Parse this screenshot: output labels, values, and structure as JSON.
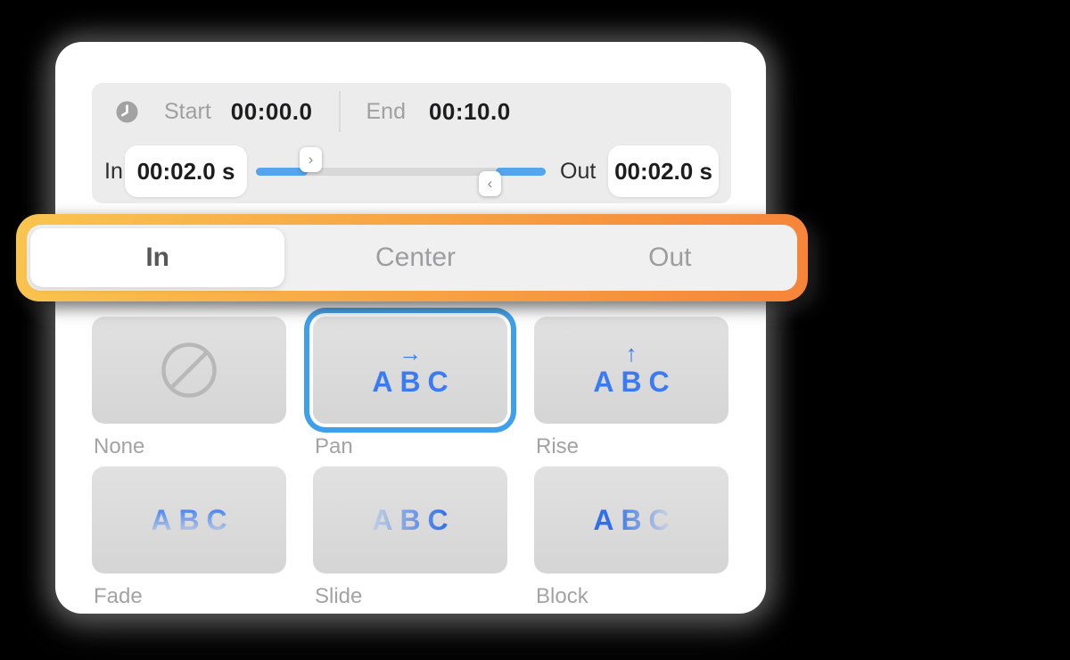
{
  "timing": {
    "start": {
      "label": "Start",
      "value": "00:00.0"
    },
    "end": {
      "label": "End",
      "value": "00:10.0"
    },
    "in": {
      "label": "In",
      "value": "00:02.0 s"
    },
    "out": {
      "label": "Out",
      "value": "00:02.0 s"
    },
    "slider": {
      "in_handle": "›",
      "out_handle": "‹"
    }
  },
  "position_tabs": {
    "items": [
      {
        "label": "In",
        "selected": true
      },
      {
        "label": "Center",
        "selected": false
      },
      {
        "label": "Out",
        "selected": false
      }
    ]
  },
  "animations": {
    "sample_text": "ABC",
    "items": [
      {
        "label": "None",
        "selected": false
      },
      {
        "label": "Pan",
        "arrow": "→",
        "selected": true
      },
      {
        "label": "Rise",
        "arrow": "↑",
        "selected": false
      },
      {
        "label": "Fade",
        "selected": false
      },
      {
        "label": "Slide",
        "selected": false
      },
      {
        "label": "Block",
        "selected": false
      }
    ]
  },
  "colors": {
    "accent_blue": "#3B7BF2",
    "selection_ring_blue": "#3EA0EB",
    "slider_blue": "#54A4EE",
    "highlight_orange_start": "#F9C44F",
    "highlight_orange_end": "#F58439"
  }
}
